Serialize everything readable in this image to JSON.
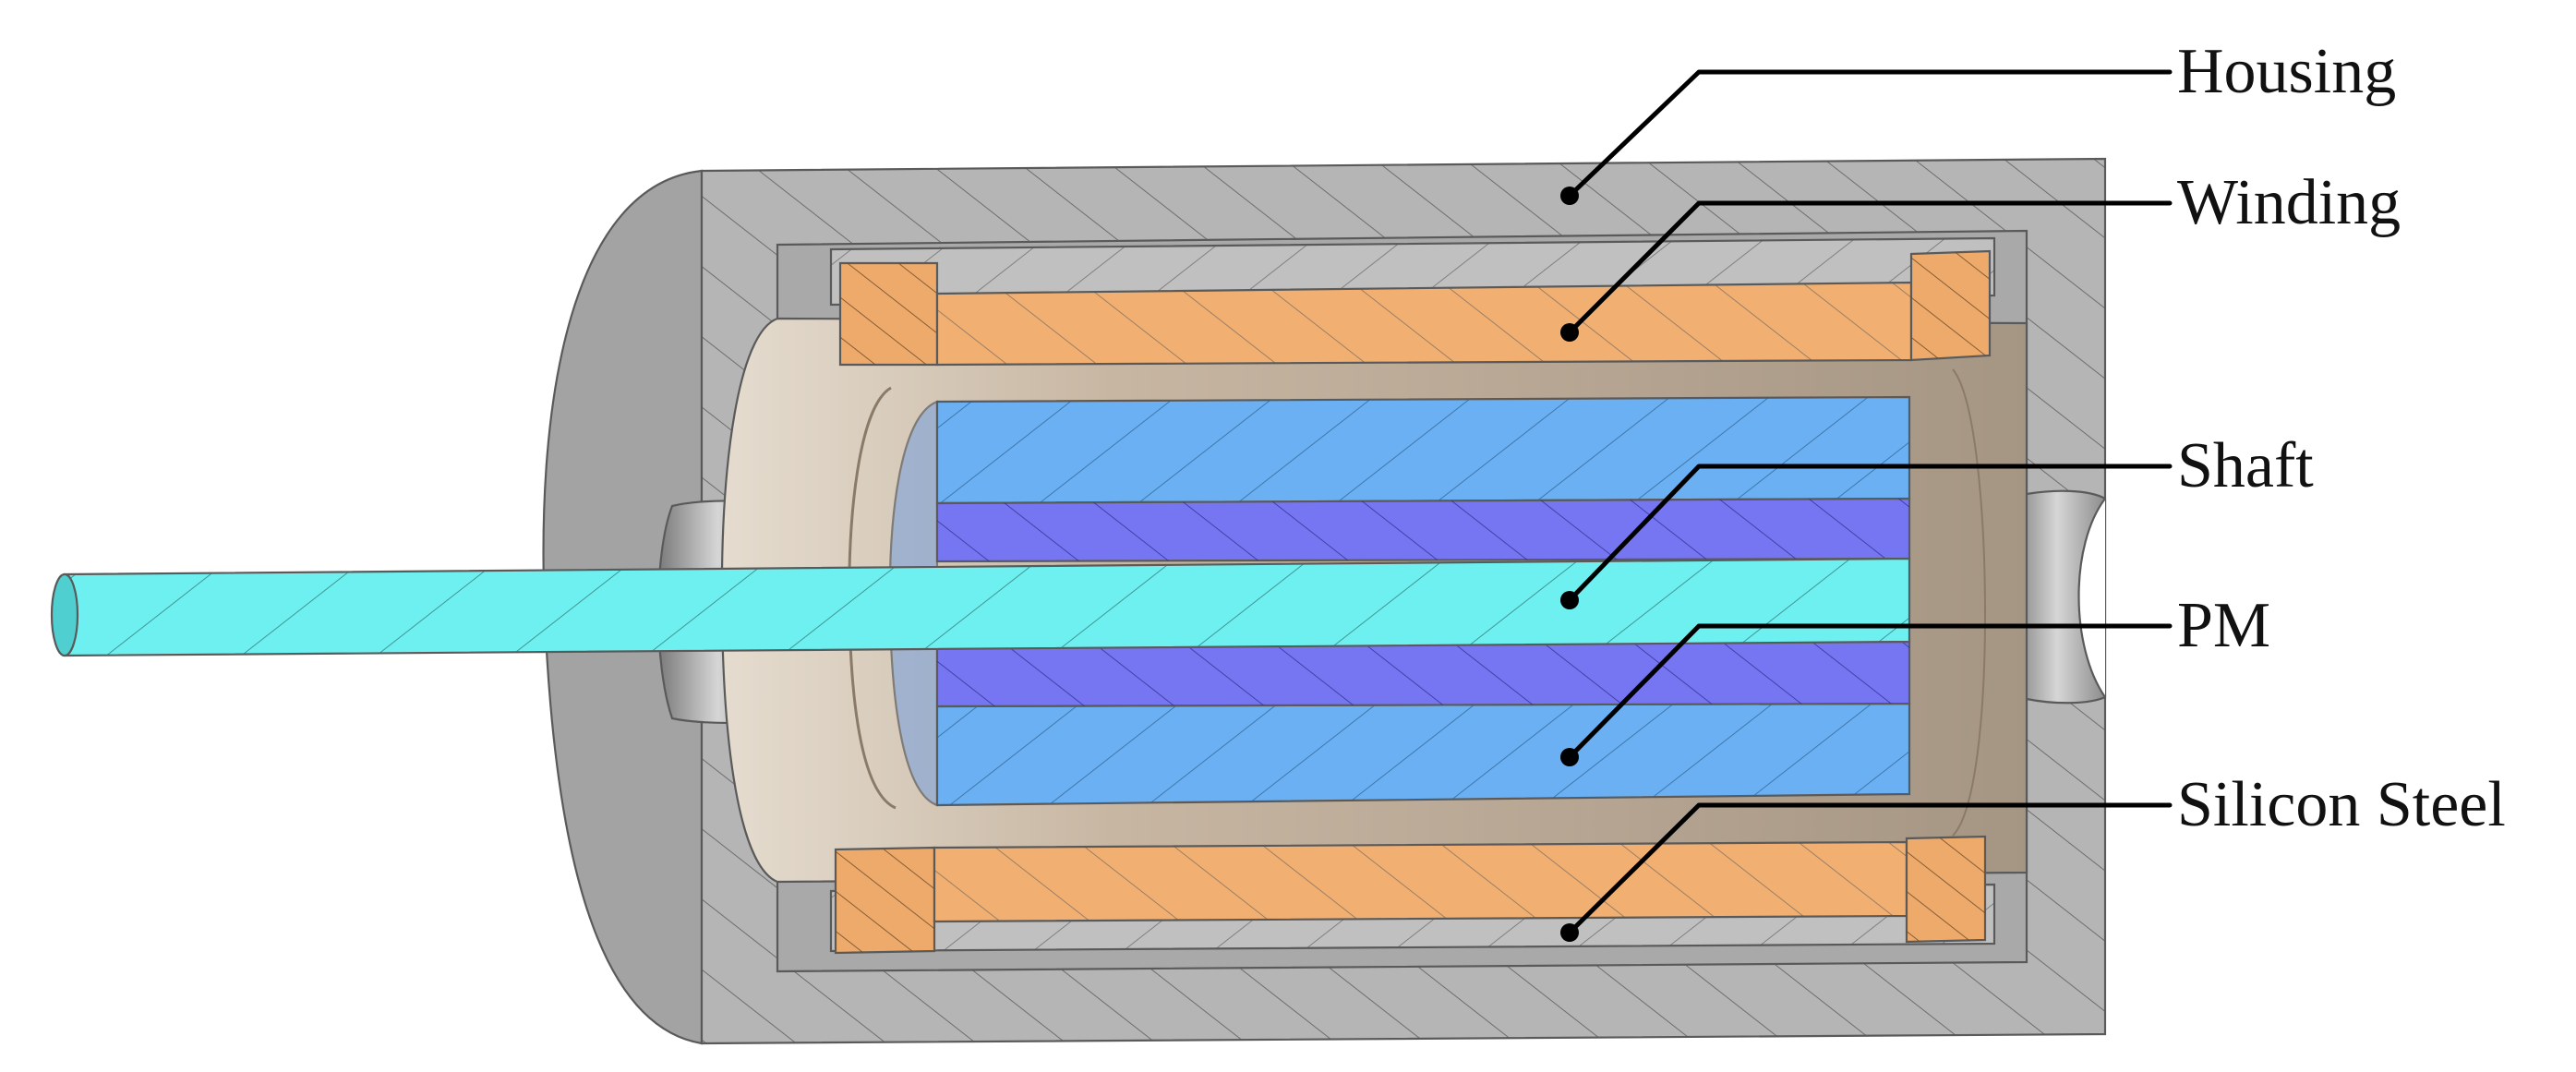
{
  "labels": {
    "housing": "Housing",
    "winding": "Winding",
    "shaft": "Shaft",
    "pm": "PM",
    "silicon_steel": "Silicon Steel"
  },
  "colors": {
    "housing": "#b5b5b5",
    "housing_dark": "#9c9c9c",
    "winding": "#f1b072",
    "shaft": "#6ff0f0",
    "pm": "#7676f2",
    "silicon_steel": "#6ab0f2",
    "inner_cavity": "#c9b8a3",
    "leader_lines": "#000000"
  }
}
